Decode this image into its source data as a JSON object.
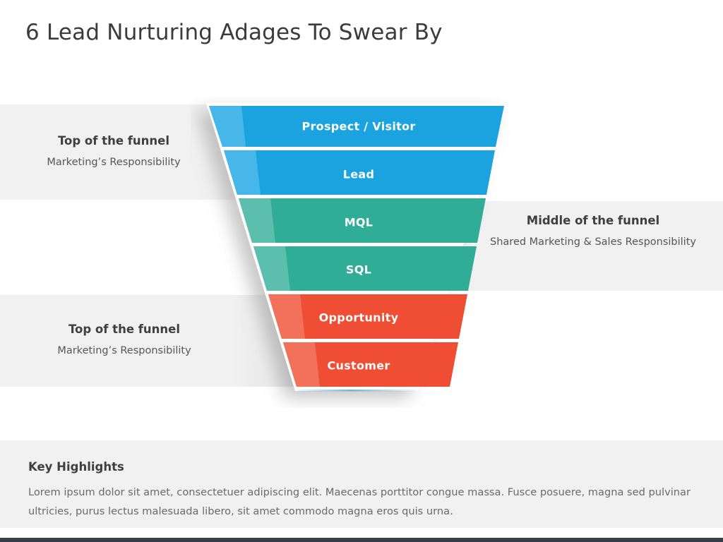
{
  "slide": {
    "title": "6 Lead Nurturing Adages To Swear By"
  },
  "captions": {
    "top": {
      "title": "Top of the funnel",
      "subtitle": "Marketing’s Responsibility"
    },
    "middle": {
      "title": "Middle of the funnel",
      "subtitle": "Shared Marketing & Sales Responsibility"
    },
    "bottom": {
      "title": "Top of the funnel",
      "subtitle": "Marketing’s Responsibility"
    }
  },
  "key_highlights": {
    "title": "Key Highlights",
    "body": "Lorem ipsum dolor sit amet, consectetuer adipiscing elit. Maecenas porttitor congue massa. Fusce posuere, magna sed pulvinar ultricies, purus lectus malesuada libero, sit amet commodo magna eros quis urna."
  },
  "chart_data": {
    "type": "funnel",
    "title": "Lead Nurturing Funnel",
    "stages": [
      {
        "label": "Prospect / Visitor",
        "color": "#1ba3e0",
        "highlight": "#46b7e8",
        "stage_index": 1,
        "group": "Top of the funnel"
      },
      {
        "label": "Lead",
        "color": "#1ba3e0",
        "highlight": "#46b7e8",
        "stage_index": 2,
        "group": "Top of the funnel"
      },
      {
        "label": "MQL",
        "color": "#30ad97",
        "highlight": "#5cbfad",
        "stage_index": 3,
        "group": "Middle of the funnel"
      },
      {
        "label": "SQL",
        "color": "#30ad97",
        "highlight": "#5cbfad",
        "stage_index": 4,
        "group": "Middle of the funnel"
      },
      {
        "label": "Opportunity",
        "color": "#ef4d34",
        "highlight": "#f2715a",
        "stage_index": 5,
        "group": "Top of the funnel"
      },
      {
        "label": "Customer",
        "color": "#ef4d34",
        "highlight": "#f2715a",
        "stage_index": 6,
        "group": "Top of the funnel"
      }
    ],
    "groups": [
      {
        "name": "Top of the funnel",
        "responsibility": "Marketing’s Responsibility",
        "stages": [
          "Prospect / Visitor",
          "Lead"
        ]
      },
      {
        "name": "Middle of the funnel",
        "responsibility": "Shared Marketing & Sales Responsibility",
        "stages": [
          "MQL",
          "SQL"
        ]
      },
      {
        "name": "Top of the funnel",
        "responsibility": "Marketing’s Responsibility",
        "stages": [
          "Opportunity",
          "Customer"
        ]
      }
    ],
    "orientation": "vertical-descending",
    "legend": "none",
    "grid": false
  },
  "colors": {
    "blue": "#1ba3e0",
    "blue_light": "#46b7e8",
    "green": "#30ad97",
    "green_light": "#5cbfad",
    "red": "#ef4d34",
    "red_light": "#f2715a",
    "band_grey": "#f1f1f1",
    "footer_navy": "#373f4d",
    "title_grey": "#3b3b3b",
    "body_grey": "#6a6a6a"
  }
}
